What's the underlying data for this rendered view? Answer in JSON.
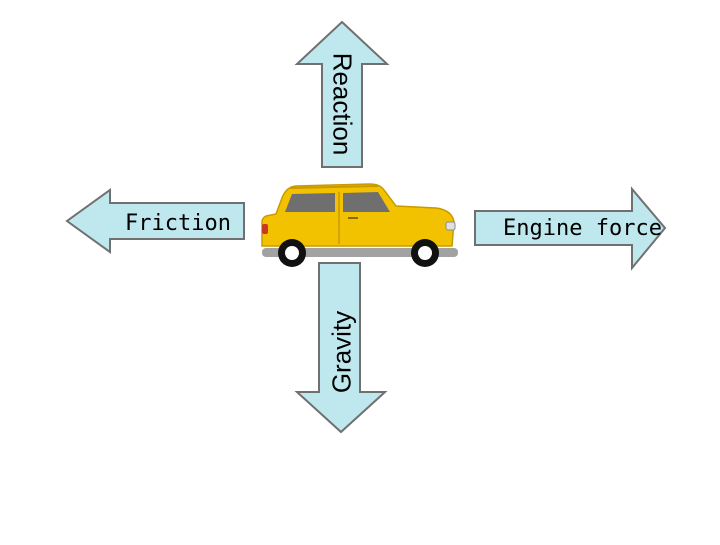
{
  "diagram": {
    "forces": {
      "reaction": "Reaction",
      "friction": "Friction",
      "engine": "Engine force",
      "gravity": "Gravity"
    },
    "colors": {
      "arrow_fill": "#bfe8ee",
      "arrow_stroke": "#707070",
      "car_body": "#f2c200",
      "car_shade": "#c99a00",
      "window": "#6f6f6f",
      "tyre": "#111111",
      "hub": "#ffffff"
    },
    "icons": [
      "car-icon"
    ]
  }
}
